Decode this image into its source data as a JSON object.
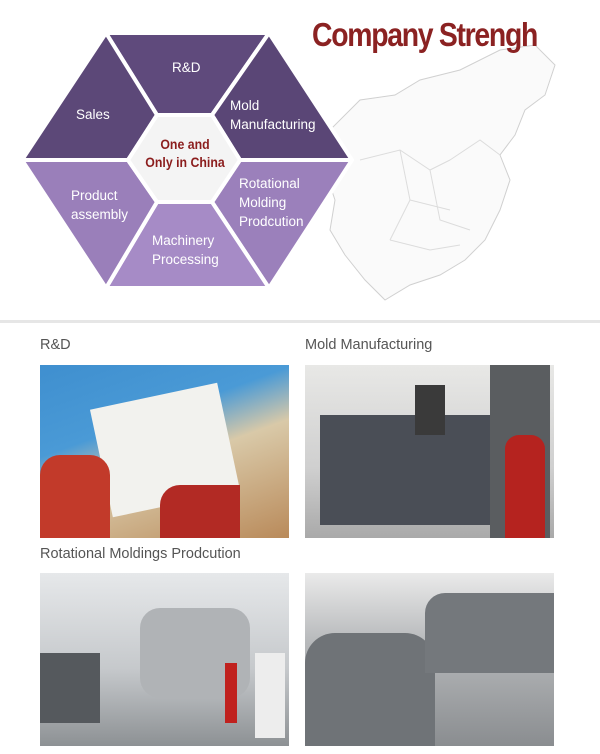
{
  "header": {
    "title": "Company Strengh"
  },
  "hexagon": {
    "center": [
      "One and",
      "Only in China"
    ],
    "segments": {
      "rd": [
        "R&D"
      ],
      "mold": [
        "Mold",
        "Manufacturing"
      ],
      "rotational": [
        "Rotational",
        "Molding",
        "Prodcution"
      ],
      "machinery": [
        "Machinery",
        "Processing"
      ],
      "assembly": [
        "Product",
        "assembly"
      ],
      "sales": [
        "Sales"
      ]
    },
    "colors": {
      "dark": "#5f4a7c",
      "light": "#a085c0",
      "center": "#f4f4f4"
    }
  },
  "sections": [
    {
      "caption": "R&D"
    },
    {
      "caption": "Mold Manufacturing"
    },
    {
      "caption": "Rotational Moldings Prodcution"
    },
    {
      "caption": ""
    }
  ]
}
